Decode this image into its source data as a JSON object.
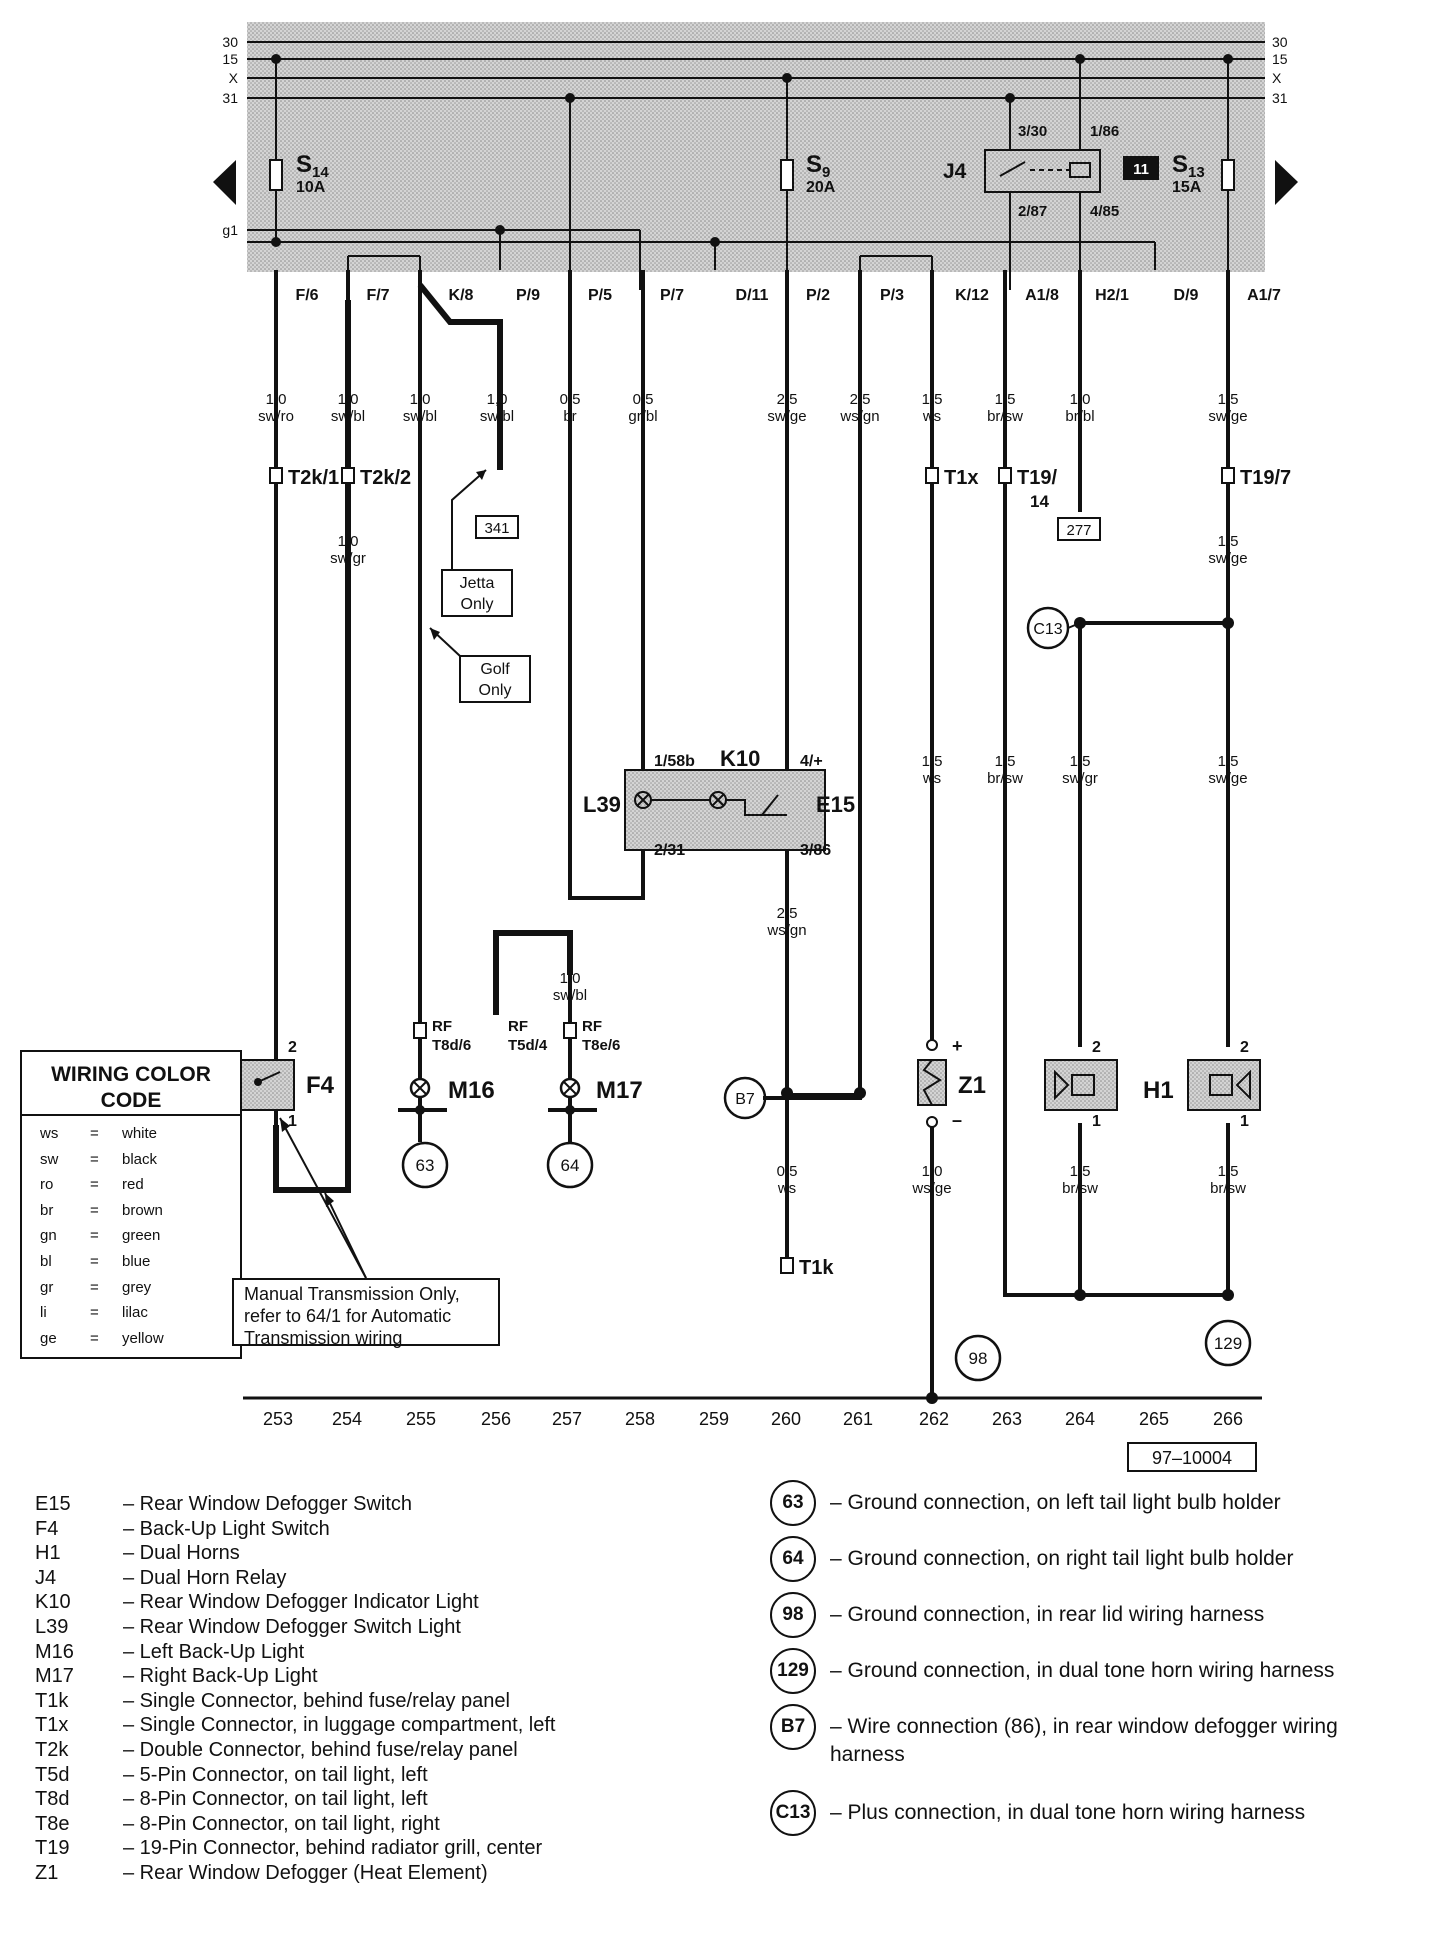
{
  "relay_panel": {
    "bus_labels": [
      "30",
      "15",
      "X",
      "31"
    ],
    "g1": "g1",
    "fuse_s14": {
      "name": "S",
      "sub": "14",
      "rating": "10A"
    },
    "fuse_s9": {
      "name": "S",
      "sub": "9",
      "rating": "20A"
    },
    "fuse_s13": {
      "name": "S",
      "sub": "13",
      "rating": "15A"
    },
    "relay_j4": {
      "name": "J4",
      "pins": [
        "3/30",
        "1/86",
        "2/87",
        "4/85"
      ],
      "position_badge": "11"
    },
    "terminals": [
      "F/6",
      "F/7",
      "K/8",
      "P/9",
      "P/5",
      "P/7",
      "D/11",
      "P/2",
      "P/3",
      "K/12",
      "A1/8",
      "H2/1",
      "D/9",
      "A1/7"
    ]
  },
  "wires": [
    {
      "size": "1,0",
      "color": "sw/ro"
    },
    {
      "size": "1,0",
      "color": "sw/bl"
    },
    {
      "size": "1,0",
      "color": "sw/bl"
    },
    {
      "size": "1,0",
      "color": "sw/bl"
    },
    {
      "size": "0,5",
      "color": "br"
    },
    {
      "size": "0,5",
      "color": "gr/bl"
    },
    {
      "size": "2,5",
      "color": "sw/ge"
    },
    {
      "size": "2,5",
      "color": "ws/gn"
    },
    {
      "size": "1,5",
      "color": "ws"
    },
    {
      "size": "1,5",
      "color": "br/sw"
    },
    {
      "size": "1,0",
      "color": "br/bl"
    },
    {
      "size": "1,5",
      "color": "sw/ge"
    }
  ],
  "wires_lower": {
    "t2k2": {
      "size": "1,0",
      "color": "sw/gr"
    },
    "t19_7": {
      "size": "1,5",
      "color": "sw/ge"
    },
    "z1_top": {
      "size": "1,5",
      "color": "ws"
    },
    "col263": {
      "size": "1,5",
      "color": "br/sw"
    },
    "h1_left": {
      "size": "1,5",
      "color": "sw/gr"
    },
    "h1_right": {
      "size": "1,5",
      "color": "sw/ge"
    },
    "e15_out": {
      "size": "2,5",
      "color": "ws/gn"
    },
    "m17_in": {
      "size": "1,0",
      "color": "sw/bl"
    },
    "t1k_in": {
      "size": "0,5",
      "color": "ws"
    },
    "z1_bottom": {
      "size": "1,0",
      "color": "ws/ge"
    },
    "h1_gnd_left": {
      "size": "1,5",
      "color": "br/sw"
    },
    "h1_gnd_right": {
      "size": "1,5",
      "color": "br/sw"
    }
  },
  "connectors": {
    "t2k1": "T2k/1",
    "t2k2": "T2k/2",
    "t1x": "T1x",
    "t19_14a": "T19/",
    "t19_14b": "14",
    "t19_7": "T19/7",
    "t8d6": "T8d/6",
    "t5d4": "T5d/4",
    "t8e6": "T8e/6",
    "rf": "RF",
    "t1k": "T1k"
  },
  "refs": {
    "r341": "341",
    "r277": "277",
    "jetta": [
      "Jetta",
      "Only"
    ],
    "golf": [
      "Golf",
      "Only"
    ]
  },
  "components": {
    "k10": "K10",
    "l39": "L39",
    "e15": "E15",
    "k10_pins": [
      "1/58b",
      "4/+",
      "2/31",
      "3/86"
    ],
    "f4": "F4",
    "m16": "M16",
    "m17": "M17",
    "z1": "Z1",
    "h1": "H1",
    "f4_pins": [
      "2",
      "1"
    ],
    "z1_pins": [
      "+",
      "–"
    ],
    "h1_pins": [
      "2",
      "1",
      "2",
      "1"
    ]
  },
  "grounds_in_diagram": {
    "c13": "C13",
    "b7": "B7",
    "g63": "63",
    "g64": "64",
    "g98": "98",
    "g129": "129"
  },
  "note": "Manual Transmission Only, refer to 64/1 for Automatic Transmission wiring",
  "current_tracks": [
    "253",
    "254",
    "255",
    "256",
    "257",
    "258",
    "259",
    "260",
    "261",
    "262",
    "263",
    "264",
    "265",
    "266"
  ],
  "doc_number": "97–10004",
  "color_code": {
    "title": [
      "WIRING COLOR",
      "CODE"
    ],
    "rows": [
      {
        "abbr": "ws",
        "eq": "=",
        "name": "white"
      },
      {
        "abbr": "sw",
        "eq": "=",
        "name": "black"
      },
      {
        "abbr": "ro",
        "eq": "=",
        "name": "red"
      },
      {
        "abbr": "br",
        "eq": "=",
        "name": "brown"
      },
      {
        "abbr": "gn",
        "eq": "=",
        "name": "green"
      },
      {
        "abbr": "bl",
        "eq": "=",
        "name": "blue"
      },
      {
        "abbr": "gr",
        "eq": "=",
        "name": "grey"
      },
      {
        "abbr": "li",
        "eq": "=",
        "name": "lilac"
      },
      {
        "abbr": "ge",
        "eq": "=",
        "name": "yellow"
      }
    ]
  },
  "legend": [
    {
      "code": "E15",
      "desc": "– Rear Window Defogger Switch"
    },
    {
      "code": "F4",
      "desc": "– Back-Up Light Switch"
    },
    {
      "code": "H1",
      "desc": "– Dual Horns"
    },
    {
      "code": "J4",
      "desc": "– Dual Horn Relay"
    },
    {
      "code": "K10",
      "desc": "– Rear Window Defogger Indicator Light"
    },
    {
      "code": "L39",
      "desc": "– Rear Window Defogger Switch Light"
    },
    {
      "code": "M16",
      "desc": "– Left Back-Up Light"
    },
    {
      "code": "M17",
      "desc": "– Right Back-Up Light"
    },
    {
      "code": "T1k",
      "desc": "– Single Connector, behind fuse/relay panel"
    },
    {
      "code": "T1x",
      "desc": "– Single Connector, in luggage compartment, left"
    },
    {
      "code": "T2k",
      "desc": "– Double Connector, behind fuse/relay panel"
    },
    {
      "code": "T5d",
      "desc": "– 5-Pin Connector, on tail light, left"
    },
    {
      "code": "T8d",
      "desc": "– 8-Pin Connector, on tail light, left"
    },
    {
      "code": "T8e",
      "desc": "– 8-Pin Connector, on tail light, right"
    },
    {
      "code": "T19",
      "desc": "– 19-Pin Connector, behind radiator grill, center"
    },
    {
      "code": "Z1",
      "desc": "– Rear Window Defogger (Heat Element)"
    }
  ],
  "ground_legend": [
    {
      "id": "63",
      "desc": "– Ground connection, on left tail light bulb holder"
    },
    {
      "id": "64",
      "desc": "– Ground connection, on right tail light bulb holder"
    },
    {
      "id": "98",
      "desc": "– Ground connection, in rear lid wiring harness"
    },
    {
      "id": "129",
      "desc": "– Ground connection, in dual tone horn wiring harness"
    },
    {
      "id": "B7",
      "desc": "– Wire connection (86), in rear window defogger wiring harness"
    },
    {
      "id": "C13",
      "desc": "– Plus connection, in dual tone horn wiring harness"
    }
  ]
}
